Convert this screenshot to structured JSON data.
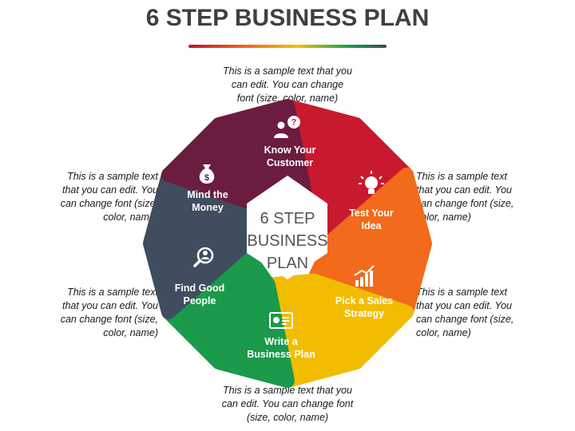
{
  "title": "6 STEP BUSINESS PLAN",
  "center": [
    "6 STEP",
    "BUSINESS",
    "PLAN"
  ],
  "colors": {
    "know": "#c8192e",
    "test": "#f26a1b",
    "sales": "#f2bd00",
    "write": "#1a9a4a",
    "people": "#3f4d5e",
    "money": "#6b1d3f"
  },
  "segments": [
    {
      "id": "know",
      "lines": [
        "Know Your",
        "Customer"
      ],
      "icon": "people-question-icon"
    },
    {
      "id": "test",
      "lines": [
        "Test Your",
        "Idea"
      ],
      "icon": "lightbulb-icon"
    },
    {
      "id": "sales",
      "lines": [
        "Pick a Sales",
        "Strategy"
      ],
      "icon": "growth-chart-icon"
    },
    {
      "id": "write",
      "lines": [
        "Write a",
        "Business Plan"
      ],
      "icon": "presentation-board-icon"
    },
    {
      "id": "people",
      "lines": [
        "Find Good",
        "People"
      ],
      "icon": "magnifier-person-icon"
    },
    {
      "id": "money",
      "lines": [
        "Mind the",
        "Money"
      ],
      "icon": "money-bag-icon"
    }
  ],
  "notes": {
    "top": [
      "This is a sample text that you",
      "can edit. You can change",
      "font (size, color, name)"
    ],
    "upper_left": [
      "This is a sample text",
      "that you can edit. You",
      "can change font (size,",
      "color, name)"
    ],
    "upper_right": [
      "This is a sample text",
      "that you can edit. You",
      "can change font (size,",
      "color, name)"
    ],
    "lower_left": [
      "This is a sample text",
      "that you can edit. You",
      "can change font (size,",
      "color, name)"
    ],
    "lower_right": [
      "This is a sample text",
      "that you can edit. You",
      "can change font (size,",
      "color, name)"
    ],
    "bottom": [
      "This is a sample text that you",
      "can edit. You can change font",
      "(size, color, name)"
    ]
  }
}
